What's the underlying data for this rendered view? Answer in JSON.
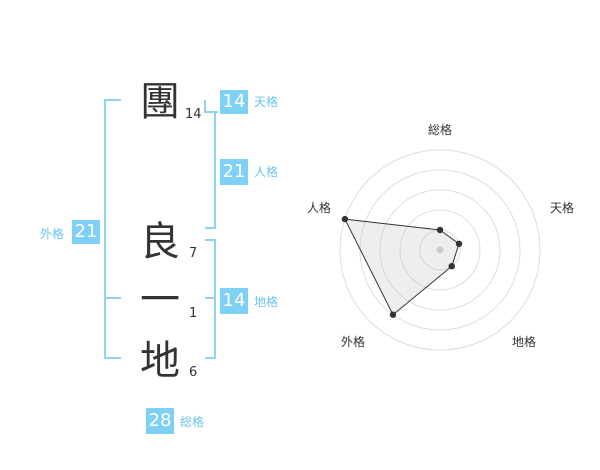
{
  "name": {
    "surname": [
      {
        "char": "團",
        "strokes": "14"
      }
    ],
    "given": [
      {
        "char": "良",
        "strokes": "7"
      },
      {
        "char": "一",
        "strokes": "1"
      },
      {
        "char": "地",
        "strokes": "6"
      }
    ]
  },
  "fortunes": {
    "tenkaku": {
      "value": "14",
      "label": "天格"
    },
    "jinkaku": {
      "value": "21",
      "label": "人格"
    },
    "chikaku": {
      "value": "14",
      "label": "地格"
    },
    "gaikaku": {
      "value": "21",
      "label": "外格"
    },
    "soukaku": {
      "value": "28",
      "label": "総格"
    }
  },
  "colors": {
    "accent": "#7fd0f5",
    "label": "#69c3ee",
    "bracket": "#8fd3f4",
    "text": "#333333"
  },
  "chart_data": {
    "type": "radar",
    "axes": [
      "総格",
      "天格",
      "地格",
      "外格",
      "人格"
    ],
    "values": [
      1,
      1,
      1,
      4,
      5
    ],
    "rmax": 5,
    "rings": 5
  }
}
